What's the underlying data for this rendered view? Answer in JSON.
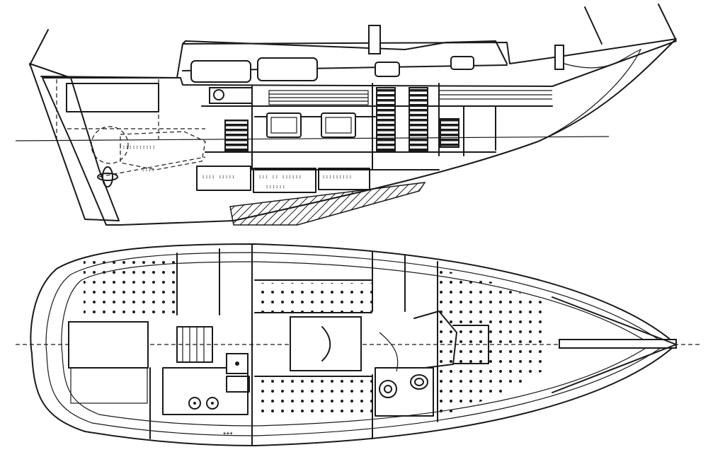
{
  "drawing": {
    "views": [
      {
        "id": "profile",
        "kind": "inboard-profile"
      },
      {
        "id": "plan",
        "kind": "accommodation-plan"
      }
    ],
    "icons": [
      "propeller-icon",
      "steering-wheel-icon",
      "stove-burner-icon",
      "toilet-icon",
      "sink-icon"
    ],
    "line_color": "#1a1a1a",
    "background_color": "#ffffff"
  }
}
